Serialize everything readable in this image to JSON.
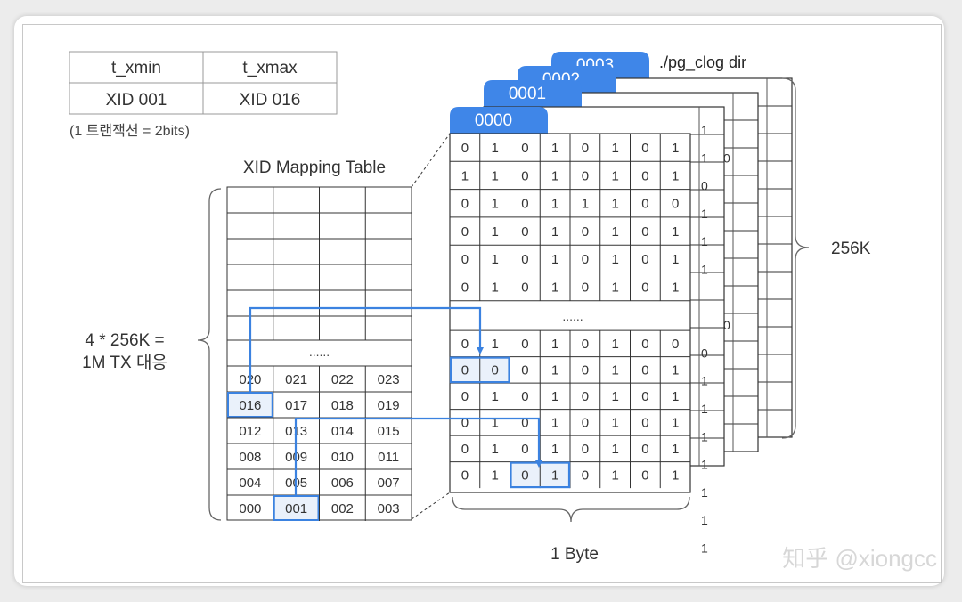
{
  "xid_header": {
    "col1": "t_xmin",
    "col2": "t_xmax",
    "val1": "XID 001",
    "val2": "XID 016"
  },
  "note": "(1 트랜잭션 = 2bits)",
  "mapping_table": {
    "title": "XID Mapping Table",
    "ellipsis": "......",
    "rows": [
      [
        "020",
        "021",
        "022",
        "023"
      ],
      [
        "016",
        "017",
        "018",
        "019"
      ],
      [
        "012",
        "013",
        "014",
        "015"
      ],
      [
        "008",
        "009",
        "010",
        "011"
      ],
      [
        "004",
        "005",
        "006",
        "007"
      ],
      [
        "000",
        "001",
        "002",
        "003"
      ]
    ]
  },
  "left_label": {
    "line1": "4 * 256K =",
    "line2": "1M TX 대응"
  },
  "clog": {
    "dir_label": "./pg_clog dir",
    "page_tabs": [
      "0003",
      "0002",
      "0001",
      "0000"
    ],
    "front_top_rows": [
      [
        "0",
        "1",
        "0",
        "1",
        "0",
        "1",
        "0",
        "1"
      ],
      [
        "1",
        "1",
        "0",
        "1",
        "0",
        "1",
        "0",
        "1"
      ],
      [
        "0",
        "1",
        "0",
        "1",
        "1",
        "1",
        "0",
        "0"
      ],
      [
        "0",
        "1",
        "0",
        "1",
        "0",
        "1",
        "0",
        "1"
      ],
      [
        "0",
        "1",
        "0",
        "1",
        "0",
        "1",
        "0",
        "1"
      ],
      [
        "0",
        "1",
        "0",
        "1",
        "0",
        "1",
        "0",
        "1"
      ]
    ],
    "ellipsis": "......",
    "front_bottom_rows": [
      [
        "0",
        "1",
        "0",
        "1",
        "0",
        "1",
        "0",
        "0"
      ],
      [
        "0",
        "0",
        "0",
        "1",
        "0",
        "1",
        "0",
        "1"
      ],
      [
        "0",
        "1",
        "0",
        "1",
        "0",
        "1",
        "0",
        "1"
      ],
      [
        "0",
        "1",
        "0",
        "1",
        "0",
        "1",
        "0",
        "1"
      ],
      [
        "0",
        "1",
        "0",
        "1",
        "0",
        "1",
        "0",
        "1"
      ],
      [
        "0",
        "1",
        "0",
        "1",
        "0",
        "1",
        "0",
        "1"
      ]
    ],
    "side_digits_3": [
      "1",
      "1",
      "0",
      "1",
      "1",
      "1",
      "",
      "",
      "0",
      "1",
      "1",
      "1",
      "1",
      "1",
      "1",
      "1"
    ],
    "side_digits_4": [
      "",
      "0",
      "",
      "",
      "",
      "",
      "",
      "0",
      "",
      "",
      "",
      "",
      "",
      "",
      "",
      ""
    ],
    "right_label": "256K",
    "bottom_label": "1 Byte"
  },
  "watermark": "知乎 @xiongcc",
  "colors": {
    "accent": "#3b82e0",
    "tab_blue": "#3f86e8",
    "highlight_fill": "#eaf1fb",
    "grid": "#333333"
  }
}
